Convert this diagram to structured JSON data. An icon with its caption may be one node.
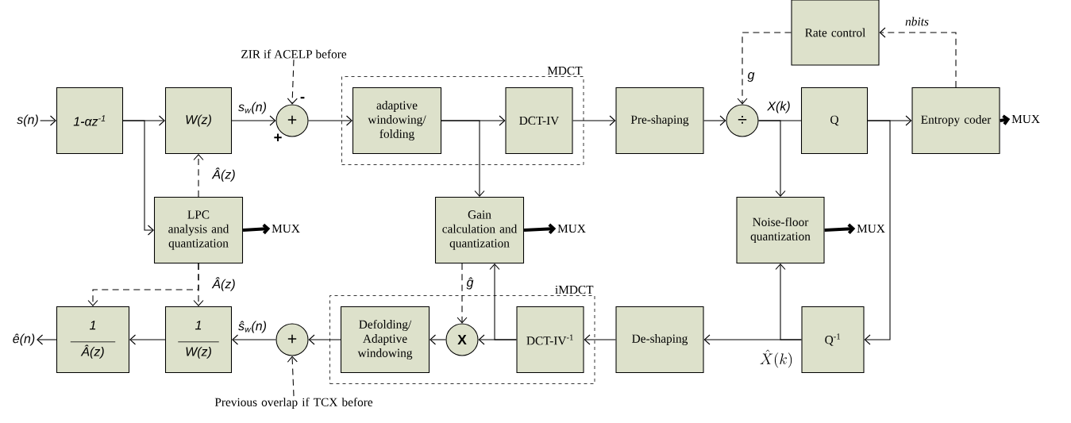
{
  "diagram": {
    "nodes": [
      {
        "text": [
          "s(n)"
        ]
      },
      {
        "text": [
          "1-αz$^{-1}$"
        ]
      },
      {
        "text": [
          "W(z)"
        ]
      },
      {
        "text": [
          "+"
        ]
      },
      {
        "text": [
          "ZIR if ACELP before"
        ]
      },
      {
        "text": [
          "MDCT"
        ]
      },
      {
        "text": [
          "adaptive windowing/ folding"
        ],
        "in": 5
      },
      {
        "text": [
          "DCT-IV"
        ],
        "in": 5
      },
      {
        "text": [
          "Pre-shaping"
        ]
      },
      {
        "text": [
          "÷"
        ]
      },
      {
        "text": [
          "Q"
        ]
      },
      {
        "text": [
          "Rate control"
        ]
      },
      {
        "text": [
          "Entropy coder"
        ]
      },
      {
        "text": [
          "MUX"
        ]
      },
      {
        "text": [
          "LPC analysis and quantization"
        ]
      },
      {
        "text": [
          "MUX"
        ]
      },
      {
        "text": [
          "Gain calculation and quantization"
        ]
      },
      {
        "text": [
          "MUX"
        ]
      },
      {
        "text": [
          "Noise-floor quantization"
        ]
      },
      {
        "text": [
          "MUX"
        ]
      },
      {
        "text": [
          "1",
          "Â(z)"
        ]
      },
      {
        "text": [
          "1",
          "W(z)"
        ]
      },
      {
        "text": [
          "+"
        ]
      },
      {
        "text": [
          "Previous overlap if TCX before"
        ]
      },
      {
        "text": [
          "iMDCT"
        ]
      },
      {
        "text": [
          "Defolding/ Adaptive windowing"
        ],
        "in": 24
      },
      {
        "text": [
          "X"
        ],
        "in": 24
      },
      {
        "text": [
          "DCT-IV$^{-1}$"
        ],
        "in": 24
      },
      {
        "text": [
          "De-shaping"
        ]
      },
      {
        "text": [
          "Q$^{-1}$"
        ]
      },
      {
        "text": [
          "ê(n)"
        ]
      }
    ],
    "edges": [
      {
        "from": 0,
        "to": 1,
        "arrow": "to"
      },
      {
        "from": 1,
        "to": 2,
        "arrow": "to"
      },
      {
        "from": 1,
        "to": 14,
        "arrow": "to"
      },
      {
        "from": 14,
        "to": 2,
        "arrow": "to",
        "style": "dashed",
        "label": "Â(z)"
      },
      {
        "from": 2,
        "to": 3,
        "arrow": "to",
        "label": "s$_{w}$(n)"
      },
      {
        "from": 4,
        "to": 3,
        "arrow": "to",
        "style": "dashed"
      },
      {
        "from": 3,
        "to": 6,
        "arrow": "to"
      },
      {
        "from": 6,
        "to": 7,
        "arrow": "to"
      },
      {
        "from": 6,
        "to": 16,
        "arrow": "to"
      },
      {
        "from": 7,
        "to": 8,
        "arrow": "to"
      },
      {
        "from": 8,
        "to": 9,
        "arrow": "to"
      },
      {
        "from": 11,
        "to": 9,
        "arrow": "to",
        "style": "dashed",
        "label": "g"
      },
      {
        "from": 9,
        "to": 10,
        "arrow": "none",
        "label": "X(k)"
      },
      {
        "from": 9,
        "to": 18,
        "arrow": "to"
      },
      {
        "from": 10,
        "to": 12,
        "arrow": "to"
      },
      {
        "from": 10,
        "to": 29,
        "arrow": "to"
      },
      {
        "from": 12,
        "to": 11,
        "arrow": "to",
        "style": "dashed",
        "label": "nbits"
      },
      {
        "from": 12,
        "to": 13,
        "arrow": "to",
        "style": "thick"
      },
      {
        "from": 14,
        "to": 15,
        "arrow": "to",
        "style": "thick"
      },
      {
        "from": 16,
        "to": 17,
        "arrow": "to",
        "style": "thick"
      },
      {
        "from": 18,
        "to": 19,
        "arrow": "to",
        "style": "thick"
      },
      {
        "from": 29,
        "to": 28,
        "arrow": "to",
        "label": "\\hat{X}(k)"
      },
      {
        "from": 29,
        "to": 18,
        "arrow": "to"
      },
      {
        "from": 28,
        "to": 27,
        "arrow": "to"
      },
      {
        "from": 27,
        "to": 26,
        "arrow": "to"
      },
      {
        "from": 27,
        "to": 16,
        "arrow": "to"
      },
      {
        "from": 16,
        "to": 26,
        "arrow": "to",
        "style": "dashed",
        "label": "ĝ"
      },
      {
        "from": 26,
        "to": 25,
        "arrow": "to"
      },
      {
        "from": 25,
        "to": 22,
        "arrow": "to"
      },
      {
        "from": 23,
        "to": 22,
        "arrow": "to",
        "style": "dashed"
      },
      {
        "from": 22,
        "to": 21,
        "arrow": "to",
        "label": "ŝ$_{w}$(n)"
      },
      {
        "from": 21,
        "to": 20,
        "arrow": "to"
      },
      {
        "from": 14,
        "to": 21,
        "arrow": "to",
        "style": "dashed",
        "label": "Â(z)"
      },
      {
        "from": 14,
        "to": 20,
        "arrow": "to",
        "style": "dashed"
      },
      {
        "from": 20,
        "to": 30,
        "arrow": "to"
      }
    ],
    "labels": [
      "-",
      "+"
    ]
  }
}
